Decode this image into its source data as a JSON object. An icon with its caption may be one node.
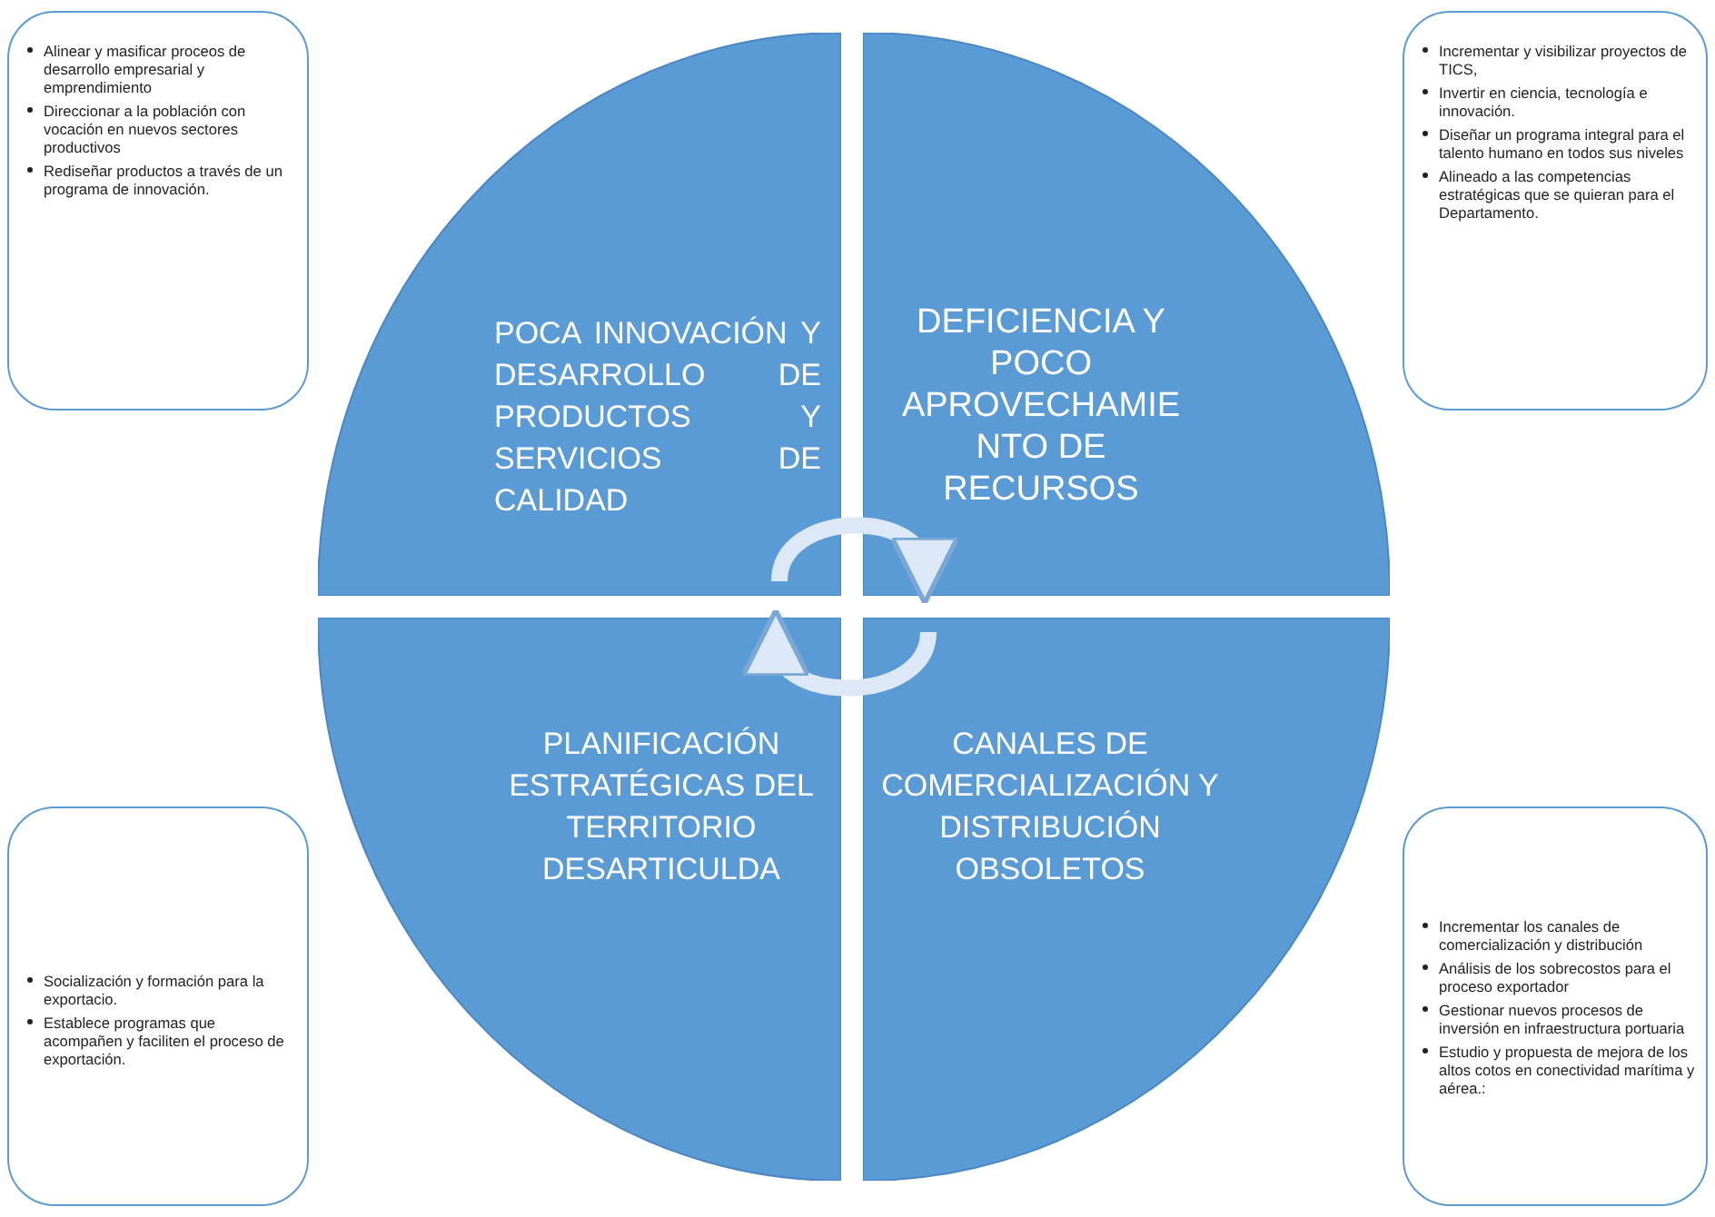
{
  "diagram": {
    "nodes": [
      {
        "text": [
          "Alinear y masificar proceos de desarrollo empresarial y emprendimiento",
          "Direccionar a la población con vocación en nuevos sectores productivos",
          "Rediseñar productos a través de un programa de innovación."
        ]
      },
      {
        "text": [
          "Incrementar y visibilizar proyectos de TICS,",
          "Invertir en ciencia, tecnología e innovación.",
          "Diseñar un programa integral para el talento humano en todos sus niveles",
          "Alineado a las competencias estratégicas que se quieran para el Departamento."
        ]
      },
      {
        "text": [
          "POCA INNOVACIÓN Y DESARROLLO DE PRODUCTOS Y SERVICIOS DE CALIDAD"
        ]
      },
      {
        "text": [
          "DEFICIENCIA Y POCO APROVECHAMIE NTO DE RECURSOS"
        ]
      },
      {
        "text": [
          "PLANIFICACIÓN ESTRATÉGICAS DEL TERRITORIO DESARTICULDA"
        ]
      },
      {
        "text": [
          "CANALES DE COMERCIALIZACIÓN Y DISTRIBUCIÓN OBSOLETOS"
        ]
      },
      {
        "text": [
          "Socialización y formación para la exportacio.",
          "Establece programas que acompañen y faciliten el proceso de exportación."
        ]
      },
      {
        "text": [
          "Incrementar los canales de comercialización y distribución",
          "Análisis de los sobrecostos para el proceso exportador",
          "Gestionar nuevos procesos de inversión en infraestructura portuaria",
          "Estudio y propuesta de mejora de los altos cotos en conectividad marítima y aérea.:"
        ]
      }
    ],
    "edges": [
      {
        "from": 2,
        "to": 3,
        "arrow": "to"
      },
      {
        "from": 5,
        "to": 4,
        "arrow": "to"
      }
    ]
  }
}
